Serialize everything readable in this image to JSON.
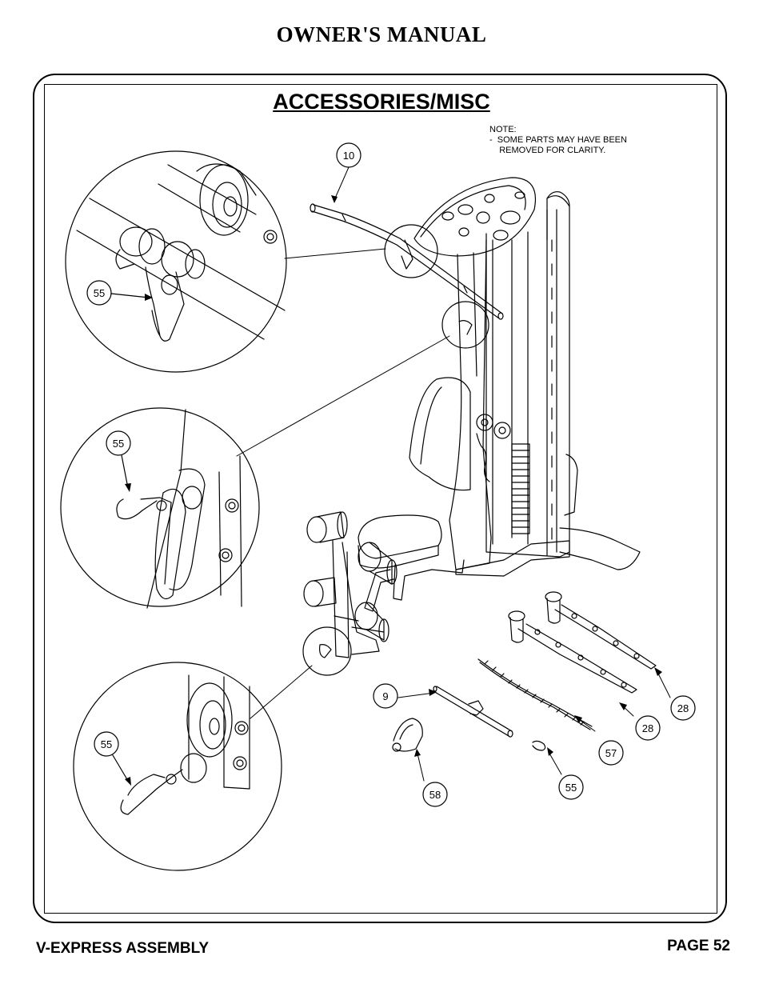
{
  "header": {
    "title": "OWNER'S MANUAL"
  },
  "section": {
    "title": "ACCESSORIES/MISC"
  },
  "note": "NOTE:\n-  SOME PARTS MAY HAVE BEEN\n    REMOVED FOR CLARITY.",
  "callouts": {
    "top_bar": "10",
    "detail_top": "55",
    "detail_middle": "55",
    "detail_bottom": "55",
    "handle_bar": "9",
    "ankle_strap": "58",
    "chain": "57",
    "snap_hook": "55",
    "strap_a": "28",
    "strap_b": "28"
  },
  "footer": {
    "left": "V-EXPRESS ASSEMBLY",
    "right": "PAGE 52"
  }
}
